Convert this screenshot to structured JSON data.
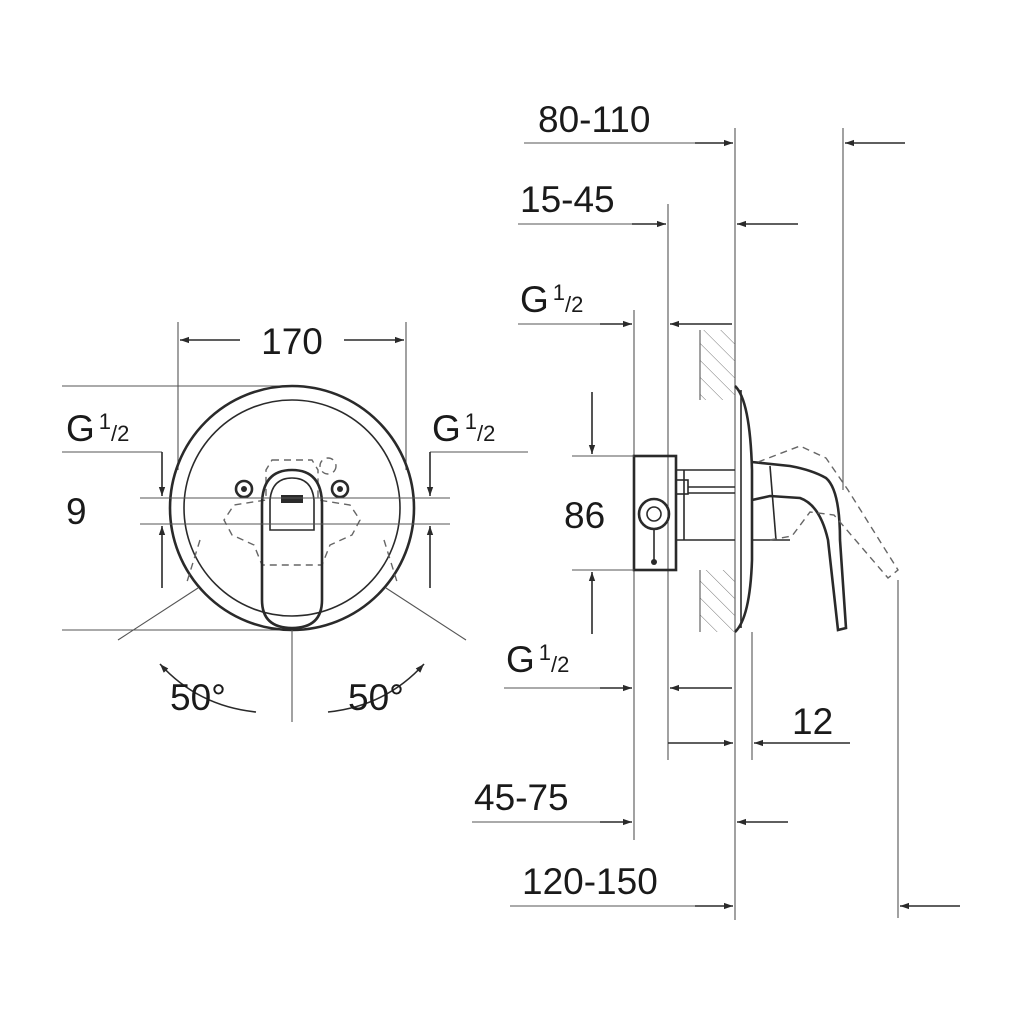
{
  "front_view": {
    "width_label": "170",
    "thread_left": {
      "main": "G",
      "num": "1",
      "den": "/2"
    },
    "thread_right": {
      "main": "G",
      "num": "1",
      "den": "/2"
    },
    "offset_label": "9",
    "angle_left": "50°",
    "angle_right": "50°"
  },
  "side_view": {
    "dim_top_1": "80-110",
    "dim_top_2": "15-45",
    "thread_top": {
      "main": "G",
      "num": "1",
      "den": "/2"
    },
    "height_label": "86",
    "thread_bottom": {
      "main": "G",
      "num": "1",
      "den": "/2"
    },
    "dim_12": "12",
    "dim_bottom_1": "45-75",
    "dim_bottom_2": "120-150"
  }
}
